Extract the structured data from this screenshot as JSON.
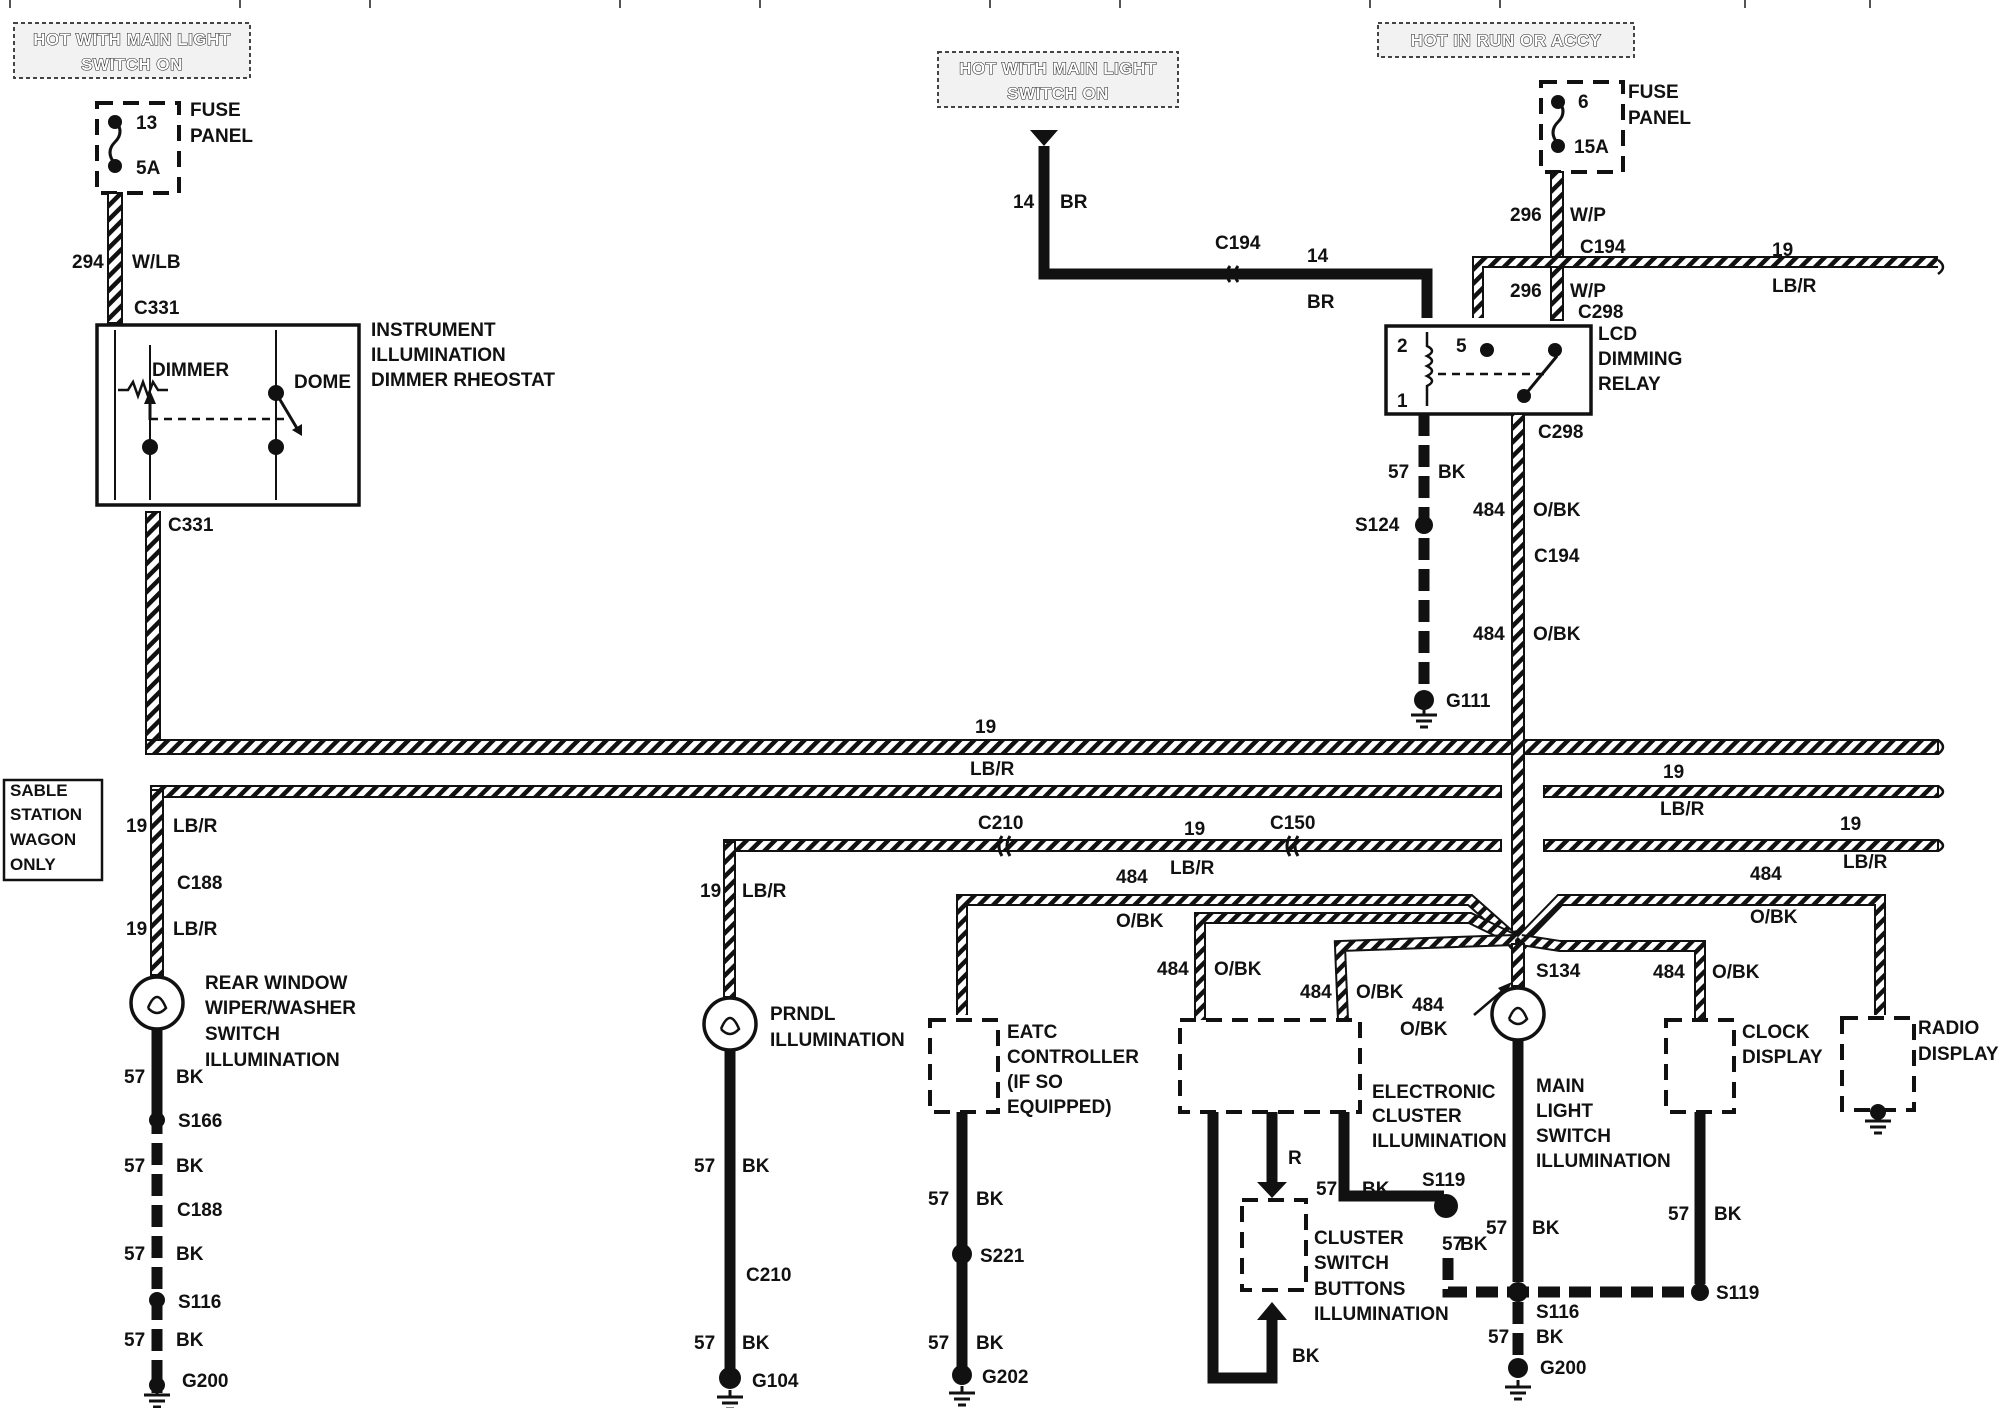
{
  "banners": {
    "hot_main_light_left": [
      "HOT WITH MAIN LIGHT",
      "SWITCH ON"
    ],
    "hot_main_light_center": [
      "HOT WITH MAIN LIGHT",
      "SWITCH ON"
    ],
    "hot_run_accy": "HOT IN RUN OR ACCY"
  },
  "fuses": {
    "left": {
      "number": "13",
      "amps": "5A",
      "label": [
        "FUSE",
        "PANEL"
      ]
    },
    "right": {
      "number": "6",
      "amps": "15A",
      "label": [
        "FUSE",
        "PANEL"
      ]
    }
  },
  "components": {
    "rheostat": {
      "name": [
        "INSTRUMENT",
        "ILLUMINATION",
        "DIMMER RHEOSTAT"
      ],
      "dimmer": "DIMMER",
      "dome": "DOME"
    },
    "relay": {
      "name": [
        "LCD",
        "DIMMING",
        "RELAY"
      ],
      "pin2": "2",
      "pin1": "1",
      "pin5": "5"
    },
    "sable_note": [
      "SABLE",
      "STATION",
      "WAGON",
      "ONLY"
    ],
    "rear_wiper": [
      "REAR  WINDOW",
      "WIPER/WASHER",
      "SWITCH",
      "ILLUMINATION"
    ],
    "prndl": [
      "PRNDL",
      "ILLUMINATION"
    ],
    "eatc": [
      "EATC",
      "CONTROLLER",
      "(IF SO",
      "EQUIPPED)"
    ],
    "cluster": [
      "ELECTRONIC",
      "CLUSTER",
      "ILLUMINATION"
    ],
    "cluster_switch": [
      "CLUSTER",
      "SWITCH",
      "BUTTONS",
      "ILLUMINATION"
    ],
    "main_light": [
      "MAIN",
      "LIGHT",
      "SWITCH",
      "ILLUMINATION"
    ],
    "clock": [
      "CLOCK",
      "DISPLAY"
    ],
    "radio": [
      "RADIO",
      "DISPLAY"
    ]
  },
  "connectors": {
    "c331_top": "C331",
    "c331_bottom": "C331",
    "c194_a": "C194",
    "c194_b": "C194",
    "c194_c": "C194",
    "c298_top": "C298",
    "c298_bottom": "C298",
    "c188_a": "C188",
    "c188_b": "C188",
    "c210_a": "C210",
    "c210_b": "C210",
    "c150": "C150"
  },
  "splices": {
    "s124": "S124",
    "s134": "S134",
    "s166": "S166",
    "s116_left": "S116",
    "s221": "S221",
    "s119_a": "S119",
    "s119_b": "S119",
    "s116_right": "S116"
  },
  "grounds": {
    "g111": "G111",
    "g200_left": "G200",
    "g104": "G104",
    "g202": "G202",
    "g200_right": "G200"
  },
  "circuits": {
    "c294": "294",
    "wlb": "W/LB",
    "c14": "14",
    "br": "BR",
    "c296": "296",
    "wp": "W/P",
    "c19": "19",
    "lbr": "LB/R",
    "c57": "57",
    "bk": "BK",
    "c484": "484",
    "obk": "O/BK",
    "r": "R"
  }
}
